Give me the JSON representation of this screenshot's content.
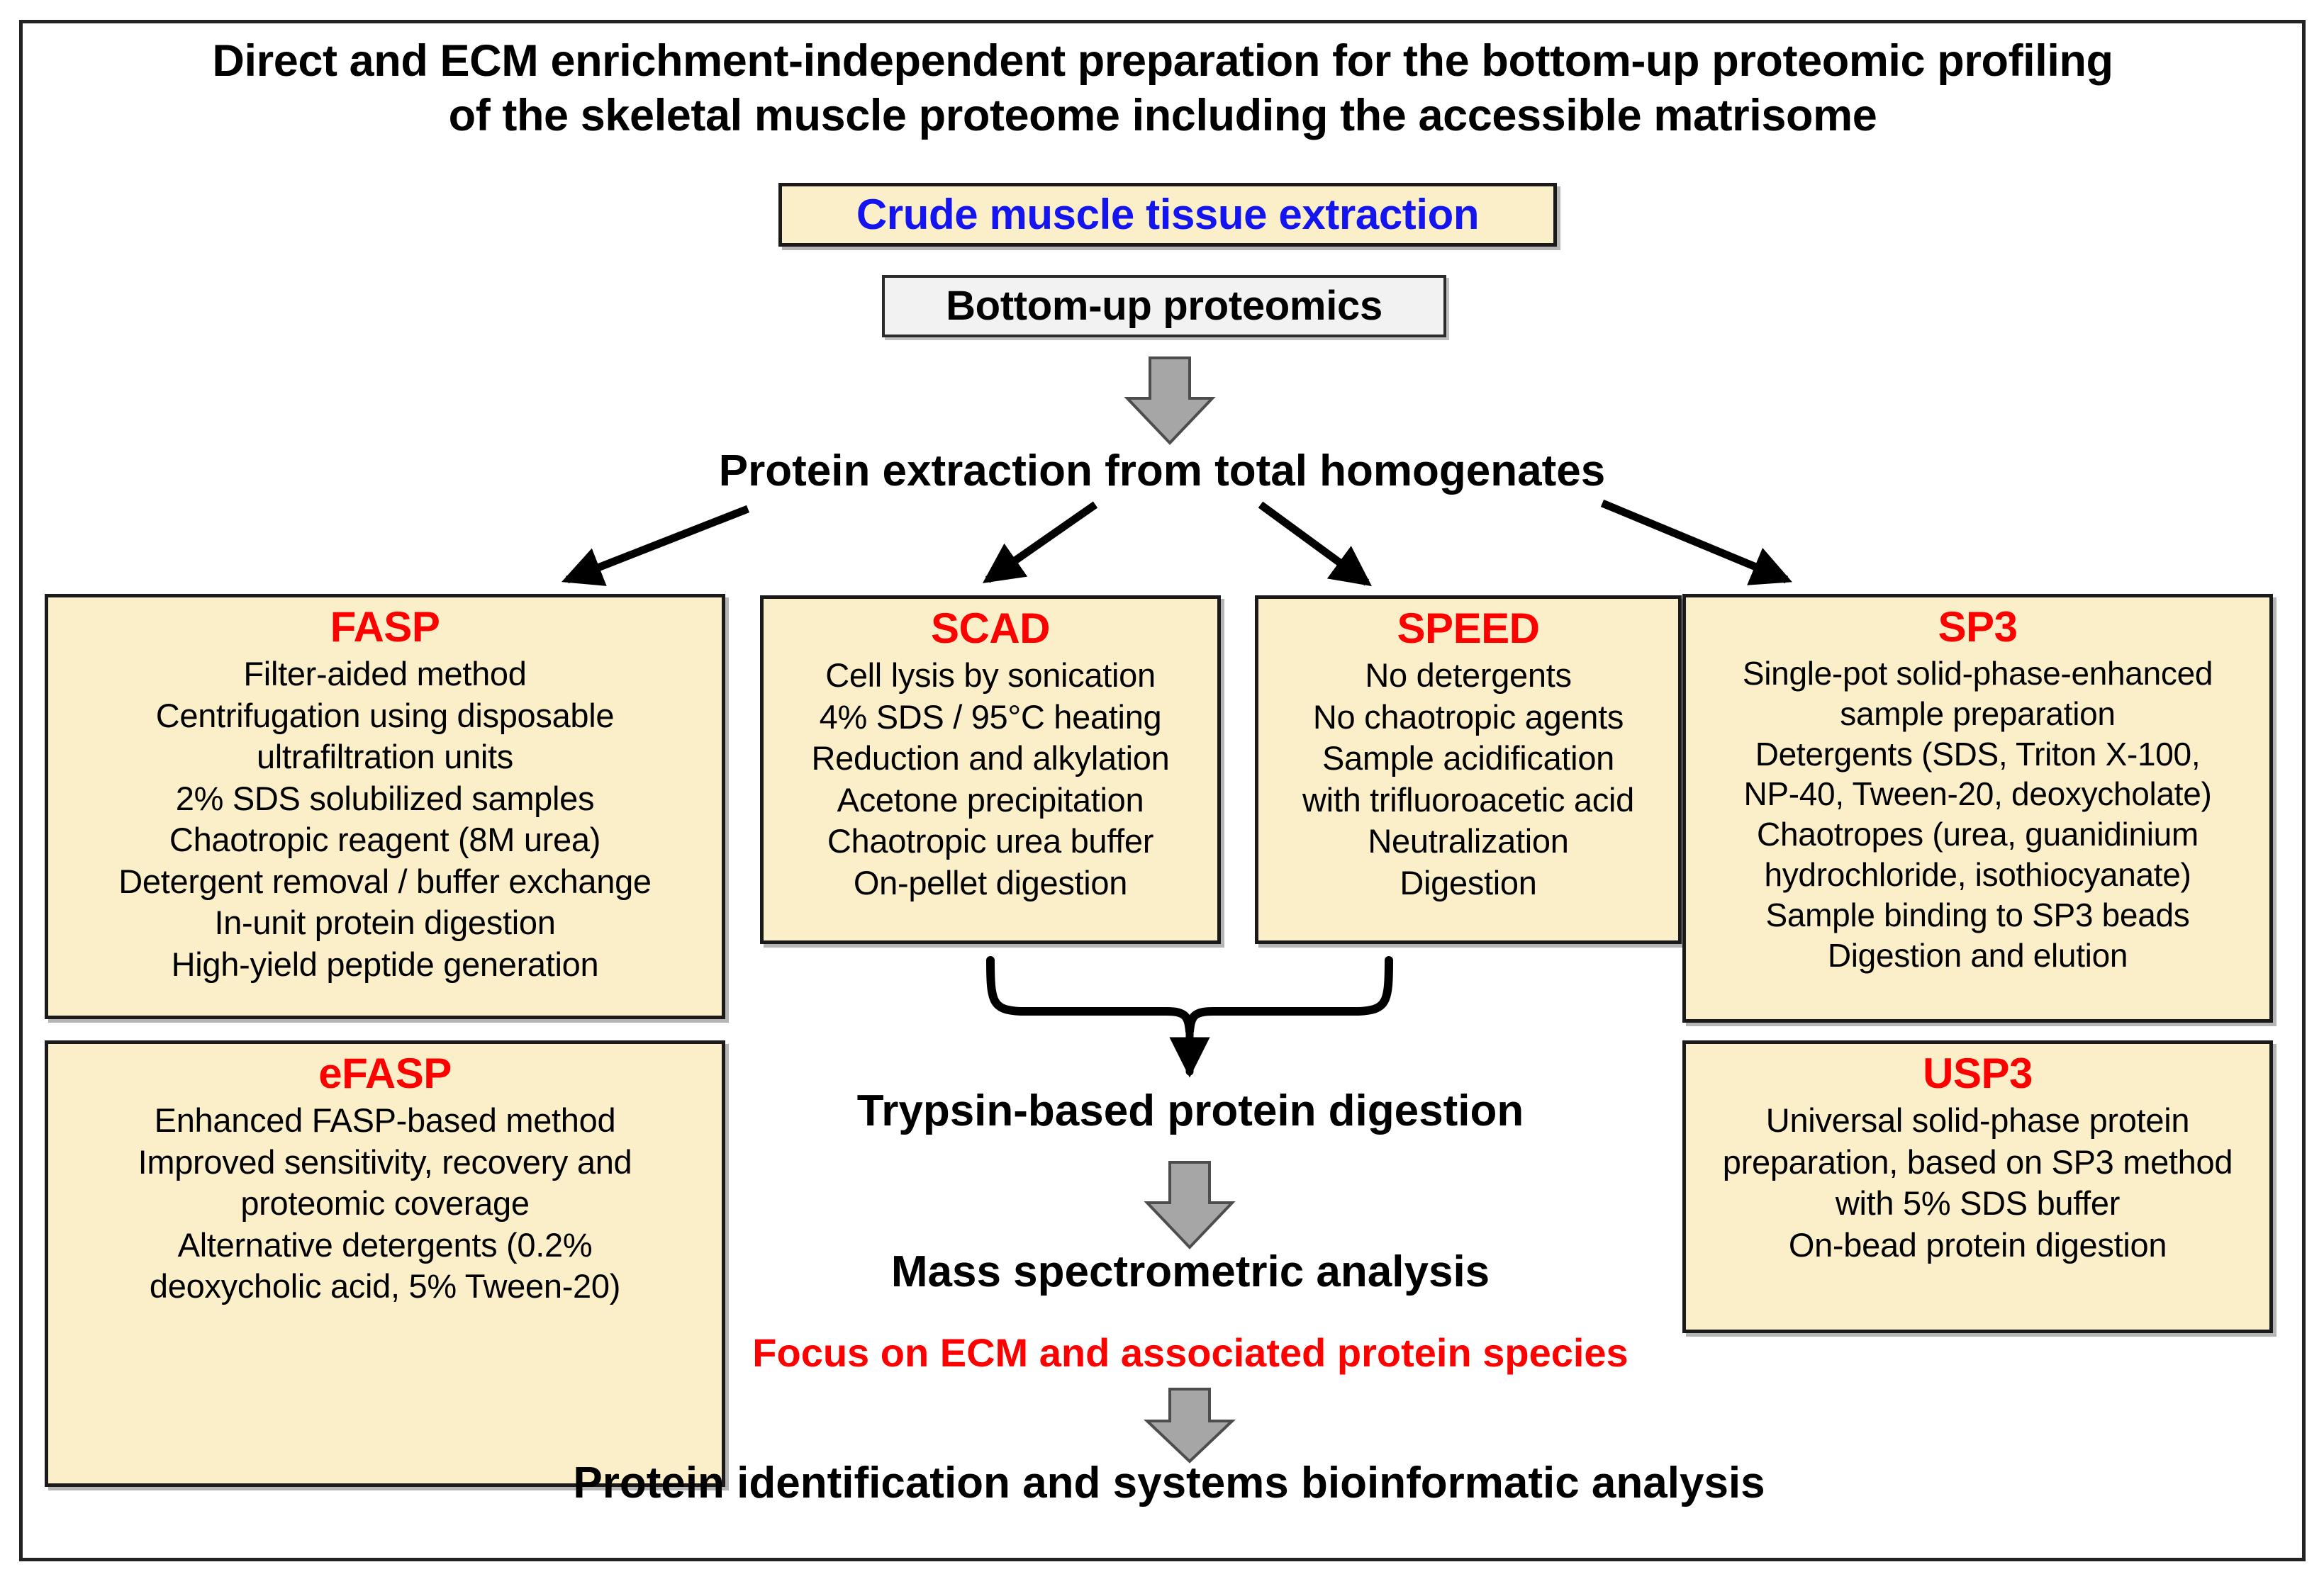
{
  "figure": {
    "title_line1": "Direct and ECM enrichment-independent preparation for the bottom-up proteomic profiling",
    "title_line2": "of the skeletal muscle proteome including the accessible matrisome",
    "colors": {
      "box_fill": "#FAEFC8",
      "grey_box_fill": "#F2F2F2",
      "method_heading": "#FF0000",
      "crude_label": "#1414F0",
      "arrow_grey": "#A6A6A6",
      "text": "#000000",
      "frame": "#222222"
    }
  },
  "header": {
    "crude_box_label": "Crude muscle tissue extraction",
    "bottomup_box_label": "Bottom-up proteomics"
  },
  "flow": {
    "protein_extraction": "Protein extraction from total homogenates",
    "trypsin_digestion": "Trypsin-based protein digestion",
    "mass_spec": "Mass spectrometric analysis",
    "focus_note": "Focus on ECM and associated protein species",
    "final_step": "Protein identification and systems bioinformatic analysis"
  },
  "methods": {
    "fasp": {
      "name": "FASP",
      "lines": [
        "Filter-aided method",
        "Centrifugation using disposable",
        "ultrafiltration units",
        "2% SDS solubilized samples",
        "Chaotropic reagent (8M urea)",
        "Detergent removal / buffer exchange",
        "In-unit protein digestion",
        "High-yield peptide generation"
      ]
    },
    "scad": {
      "name": "SCAD",
      "lines": [
        "Cell lysis by sonication",
        "4% SDS / 95°C heating",
        "Reduction and alkylation",
        "Acetone precipitation",
        "Chaotropic urea buffer",
        "On-pellet digestion"
      ]
    },
    "speed": {
      "name": "SPEED",
      "lines": [
        "No detergents",
        "No chaotropic agents",
        "Sample acidification",
        "with trifluoroacetic acid",
        "Neutralization",
        "Digestion"
      ]
    },
    "sp3": {
      "name": "SP3",
      "lines": [
        "Single-pot solid-phase-enhanced",
        "sample preparation",
        "Detergents (SDS, Triton X-100,",
        "NP-40, Tween-20, deoxycholate)",
        "Chaotropes (urea, guanidinium",
        "hydrochloride, isothiocyanate)",
        "Sample binding to SP3 beads",
        "Digestion and elution"
      ]
    },
    "efasp": {
      "name": "eFASP",
      "lines": [
        "Enhanced FASP-based method",
        "Improved sensitivity, recovery and",
        "proteomic coverage",
        "Alternative detergents (0.2%",
        "deoxycholic acid, 5% Tween-20)"
      ]
    },
    "usp3": {
      "name": "USP3",
      "lines": [
        "Universal solid-phase protein",
        "preparation, based on SP3 method",
        "with 5% SDS buffer",
        "On-bead protein digestion"
      ]
    }
  }
}
